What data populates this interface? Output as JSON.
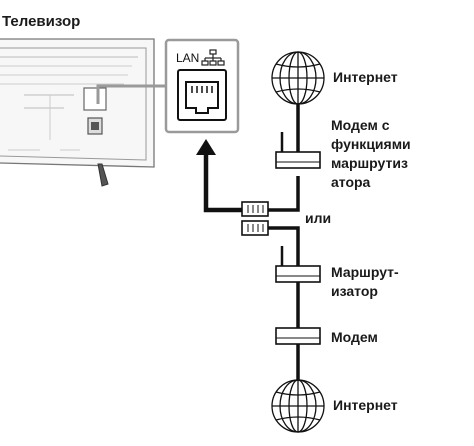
{
  "labels": {
    "tv": "Телевизор",
    "lan": "LAN",
    "internet_top": "Интернет",
    "modem_router": [
      "Модем с",
      "функциями",
      "маршрутиз",
      "атора"
    ],
    "or": "или",
    "router": [
      "Маршрут-",
      "изатор"
    ],
    "modem": "Модем",
    "internet_bottom": "Интернет"
  },
  "icons": [
    "tv-icon",
    "lan-port-icon",
    "network-icon",
    "globe-icon",
    "ethernet-plug-icon",
    "modem-router-icon",
    "router-icon",
    "modem-icon",
    "arrow-up-icon"
  ]
}
